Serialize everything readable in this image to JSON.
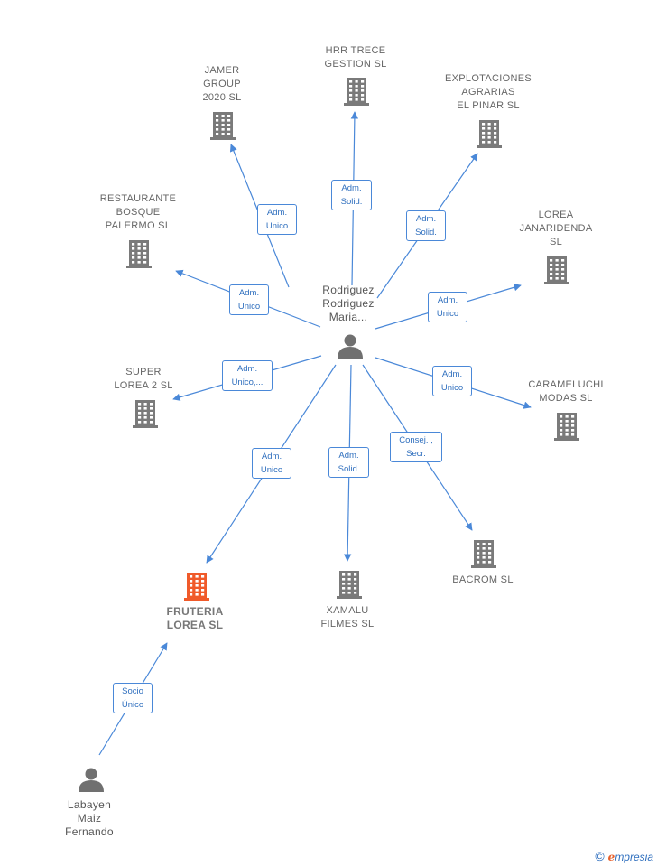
{
  "center": {
    "label": "Rodriguez\nRodriguez\nMaria..."
  },
  "companies": [
    {
      "id": "jamer",
      "label": "JAMER\nGROUP\n2020  SL"
    },
    {
      "id": "hrr",
      "label": "HRR TRECE\nGESTION  SL"
    },
    {
      "id": "explotaciones",
      "label": "EXPLOTACIONES\nAGRARIAS\nEL PINAR  SL"
    },
    {
      "id": "restaurante",
      "label": "RESTAURANTE\nBOSQUE\nPALERMO  SL"
    },
    {
      "id": "lorea-jan",
      "label": "LOREA\nJANARIDENDA\nSL"
    },
    {
      "id": "super",
      "label": "SUPER\nLOREA 2 SL"
    },
    {
      "id": "carameluchi",
      "label": "CARAMELUCHI\nMODAS  SL"
    },
    {
      "id": "fruteria",
      "label": "FRUTERIA\nLOREA  SL"
    },
    {
      "id": "xamalu",
      "label": "XAMALU\nFILMES SL"
    },
    {
      "id": "bacrom",
      "label": "BACROM  SL"
    }
  ],
  "second_person": {
    "label": "Labayen\nMaiz\nFernando"
  },
  "relations": [
    {
      "id": "r-jamer",
      "label": "Adm.\nUnico"
    },
    {
      "id": "r-hrr",
      "label": "Adm.\nSolid."
    },
    {
      "id": "r-explotaciones",
      "label": "Adm.\nSolid."
    },
    {
      "id": "r-restaurante",
      "label": "Adm.\nUnico"
    },
    {
      "id": "r-lorea-jan",
      "label": "Adm.\nUnico"
    },
    {
      "id": "r-super",
      "label": "Adm.\nUnico,..."
    },
    {
      "id": "r-carameluchi",
      "label": "Adm.\nUnico"
    },
    {
      "id": "r-fruteria",
      "label": "Adm.\nUnico"
    },
    {
      "id": "r-xamalu",
      "label": "Adm.\nSolid."
    },
    {
      "id": "r-bacrom",
      "label": "Consej. ,\nSecr."
    },
    {
      "id": "r-socio",
      "label": "Socio\nÚnico"
    }
  ],
  "colors": {
    "edge": "#4a88d8",
    "building": "#7a7a7a",
    "focus_building": "#f05a2a",
    "person": "#707070"
  },
  "icons": {
    "company": "building-icon",
    "person": "person-icon"
  },
  "brand": {
    "copyright": "©",
    "initial": "e",
    "rest": "mpresia"
  }
}
